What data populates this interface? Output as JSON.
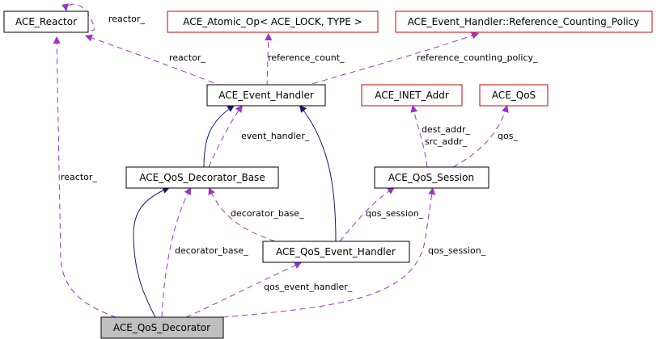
{
  "title": "Collaboration diagram for ACE_QoS_Decorator",
  "colors": {
    "node_border": "#000000",
    "external_border": "#cc0000",
    "focus_fill": "#bfbfbf",
    "node_fill": "#ffffff",
    "inheritance_edge": "#191970",
    "usage_edge": "#9a32cd"
  },
  "nodes": {
    "reactor": {
      "label": "ACE_Reactor"
    },
    "atomic_op": {
      "label": "ACE_Atomic_Op< ACE_LOCK, TYPE >"
    },
    "ref_policy": {
      "label": "ACE_Event_Handler::Reference_Counting_Policy"
    },
    "event_handler": {
      "label": "ACE_Event_Handler"
    },
    "inet_addr": {
      "label": "ACE_INET_Addr"
    },
    "qos": {
      "label": "ACE_QoS"
    },
    "decorator_base": {
      "label": "ACE_QoS_Decorator_Base"
    },
    "qos_session": {
      "label": "ACE_QoS_Session"
    },
    "qos_event_handler": {
      "label": "ACE_QoS_Event_Handler"
    },
    "qos_decorator": {
      "label": "ACE_QoS_Decorator"
    }
  },
  "edge_labels": {
    "reactor_self": "reactor_",
    "reactor_from_event_handler": "reactor_",
    "reference_count": "reference_count_",
    "reference_counting_policy": "reference_counting_policy_",
    "reactor_from_decorator": "reactor_",
    "event_handler": "event_handler_",
    "addr": [
      "dest_addr_",
      "src_addr_"
    ],
    "qos": "qos_",
    "decorator_base_from_qeh": "decorator_base_",
    "qos_session_from_qeh": "qos_session_",
    "decorator_base_from_decorator": "decorator_base_",
    "qos_session_from_decorator": "qos_session_",
    "qos_event_handler": "qos_event_handler_"
  }
}
